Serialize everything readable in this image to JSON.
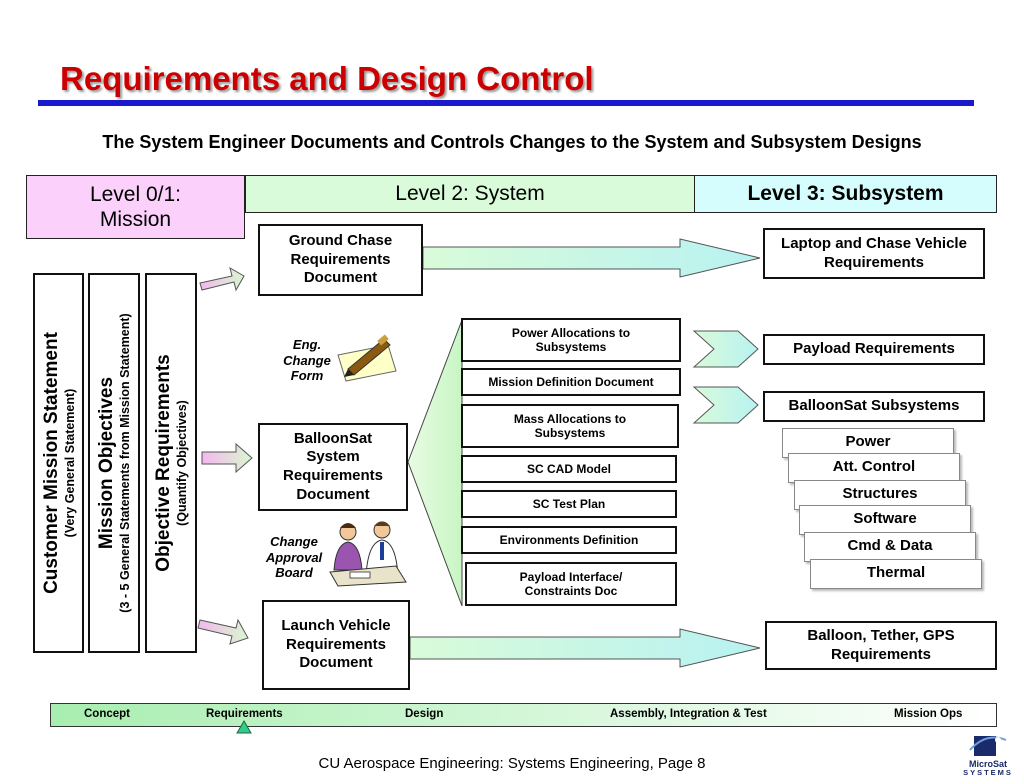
{
  "title": "Requirements and Design Control",
  "subtitle": "The System Engineer Documents and Controls Changes to the System and Subsystem Designs",
  "levels": {
    "mission": "Level 0/1: Mission",
    "system": "Level 2: System",
    "subsystem": "Level 3: Subsystem"
  },
  "level_colors": {
    "mission": "#fbd0fb",
    "system": "#d9fbd9",
    "subsystem": "#d6fdfd"
  },
  "columns": {
    "customer": {
      "main": "Customer  Mission Statement",
      "sub": "(Very General Statement)"
    },
    "objectives": {
      "main": "Mission Objectives",
      "sub": "(3 - 5 General Statements from Mission Statement)"
    },
    "objective_req": {
      "main": "Objective Requirements",
      "sub": "(Quantify Objectives)"
    }
  },
  "documents": {
    "ground_chase": "Ground Chase Requirements Document",
    "balloonsat": "BalloonSat System Requirements Document",
    "launch_vehicle": "Launch Vehicle Requirements Document"
  },
  "notes": {
    "eng_change": "Eng. Change Form",
    "change_board": "Change Approval Board"
  },
  "system_docs": [
    "Power Allocations to Subsystems",
    "Mission Definition Document",
    "Mass Allocations to Subsystems",
    "SC CAD Model",
    "SC Test Plan",
    "Environments Definition",
    "Payload Interface/ Constraints Doc"
  ],
  "subsystem_docs": {
    "laptop_chase": "Laptop and Chase Vehicle Requirements",
    "payload": "Payload Requirements",
    "balloonsat_subsystems": "BalloonSat Subsystems",
    "balloon_tether": "Balloon, Tether, GPS Requirements"
  },
  "subsystems": [
    "Power",
    "Att. Control",
    "Structures",
    "Software",
    "Cmd & Data",
    "Thermal"
  ],
  "timeline": [
    "Concept",
    "Requirements",
    "Design",
    "Assembly, Integration & Test",
    "Mission Ops"
  ],
  "timeline_marker": "Requirements",
  "footer": "CU Aerospace Engineering: Systems Engineering, Page 8",
  "logo": "MicroSat Systems",
  "icons": [
    "pen-paper-icon",
    "meeting-people-icon",
    "microsat-logo-icon"
  ]
}
